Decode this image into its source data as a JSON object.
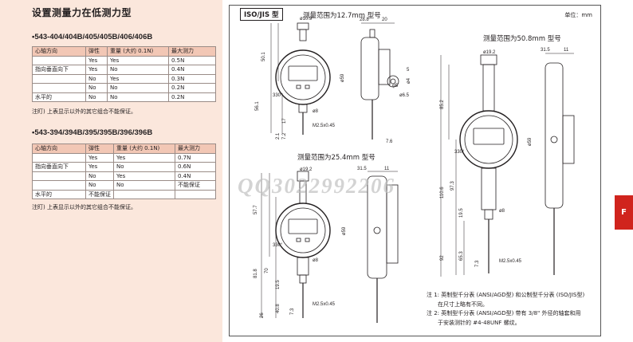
{
  "left": {
    "heading": "设置测量力在低测力型",
    "table1": {
      "model": "•543-404/404B/405/405B/406/406B",
      "headers": [
        "心轴方向",
        "弹性",
        "重量 (大约 0.1N)",
        "最大测力"
      ],
      "rows": [
        [
          "",
          "Yes",
          "Yes",
          "0.5N"
        ],
        [
          "指向垂直向下",
          "Yes",
          "No",
          "0.4N"
        ],
        [
          "",
          "No",
          "Yes",
          "0.3N"
        ],
        [
          "",
          "No",
          "No",
          "0.2N"
        ],
        [
          "水平的",
          "No",
          "No",
          "0.2N"
        ]
      ],
      "note": "注盯) 上表显示以外的其它组合不能保证。"
    },
    "table2": {
      "model": "•543-394/394B/395/395B/396/396B",
      "headers": [
        "心轴方向",
        "弹性",
        "重量 (大约 0.1N)",
        "最大测力"
      ],
      "rows": [
        [
          "",
          "Yes",
          "Yes",
          "0.7N"
        ],
        [
          "指向垂直向下",
          "Yes",
          "No",
          "0.6N"
        ],
        [
          "",
          "No",
          "Yes",
          "0.4N"
        ],
        [
          "",
          "No",
          "No",
          "不能保证"
        ],
        [
          "水平的",
          "不能保证",
          "",
          ""
        ]
      ],
      "note": "注盯) 上表显示以外的其它组合不能保证。"
    }
  },
  "drawing": {
    "badge": "ISO/JIS 型",
    "unit": "单位：mm",
    "cap_127": "测量范围为12.7mm 型号",
    "cap_508": "测量范围为50.8mm 型号",
    "cap_254": "测量范围为25.4mm 型号",
    "dims_127": [
      "ø10.9",
      "28.8",
      "20",
      "50.1",
      "ø59",
      "5",
      "ø4",
      "330°",
      "ø8",
      "56.1",
      "17",
      "7.2",
      "2.1",
      "M2.5x0.45",
      "7.6",
      "φ5",
      "ø6.5"
    ],
    "dims_254": [
      "ø19.2",
      "31.5",
      "11",
      "57.7",
      "ø59",
      "330°",
      "ø8",
      "81.8",
      "70",
      "19.5",
      "26",
      "40.8",
      "7.3",
      "M2.5x0.45"
    ],
    "dims_508": [
      "ø19.2",
      "31.5",
      "11",
      "85.2",
      "ø59",
      "330°",
      "ø8",
      "110.6",
      "97.3",
      "19.5",
      "92",
      "65.3",
      "7.3",
      "M2.5x0.45"
    ],
    "notes": [
      "注 1: 英制型千分表 (ANSI/AGD型) 和公制型千分表 (ISO/JIS型)",
      "在尺寸上略有不同。",
      "注 2: 英制型千分表 (ANSI/AGD型) 带有 3/8\" 外径的轴套和用",
      "于安装测针的 #4-48UNF 螺纹。"
    ]
  },
  "watermark": "QQ3022992206",
  "tab": "F"
}
